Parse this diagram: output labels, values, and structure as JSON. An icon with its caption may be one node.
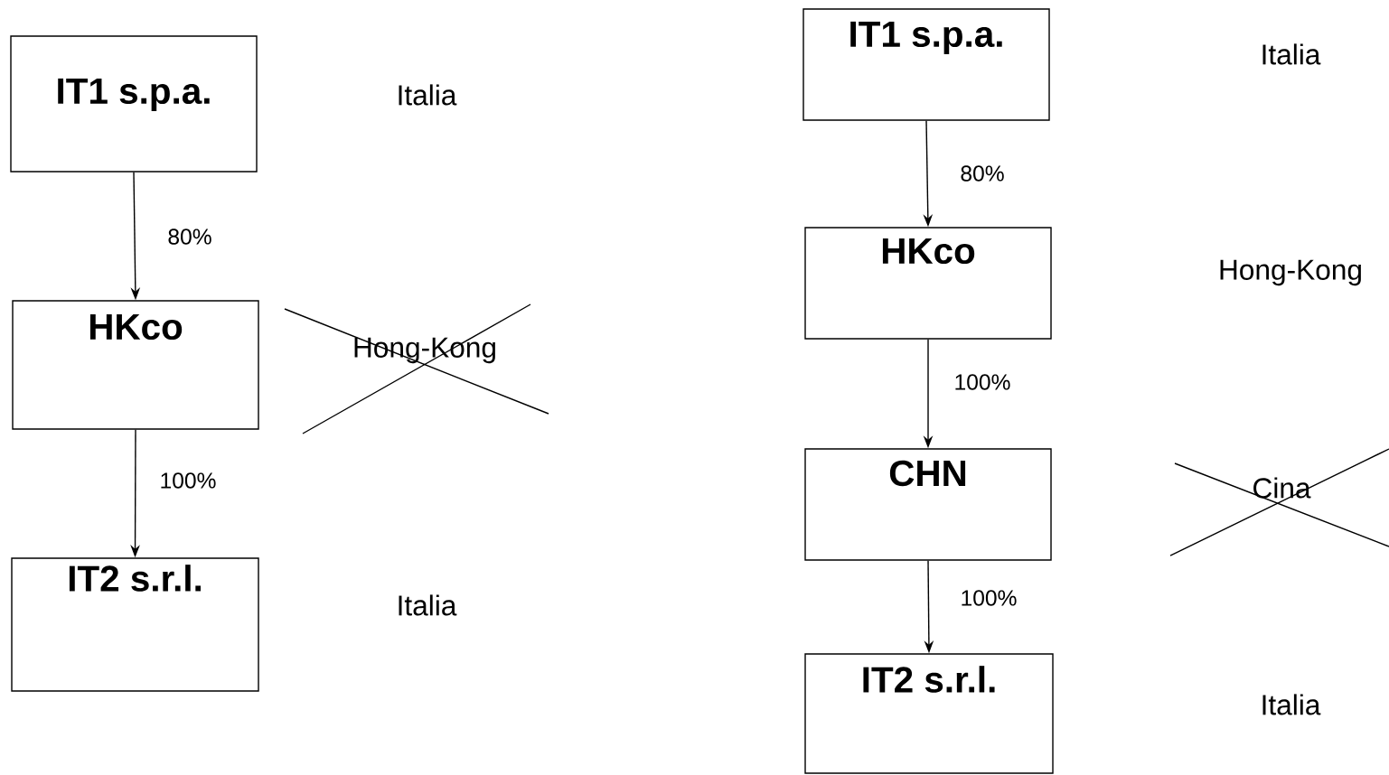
{
  "diagram": {
    "nodes": [
      {
        "text": [
          "IT1 s.p.a."
        ]
      },
      {
        "text": [
          "HKco"
        ]
      },
      {
        "text": [
          "IT2 s.r.l."
        ]
      },
      {
        "text": [
          "IT1 s.p.a."
        ]
      },
      {
        "text": [
          "HKco"
        ]
      },
      {
        "text": [
          "CHN"
        ]
      },
      {
        "text": [
          "IT2 s.r.l."
        ]
      }
    ],
    "edges": [
      {
        "from": 0,
        "to": 1,
        "arrow": "to",
        "label": "80%"
      },
      {
        "from": 1,
        "to": 2,
        "arrow": "to",
        "label": "100%"
      },
      {
        "from": 3,
        "to": 4,
        "arrow": "to",
        "label": "80%"
      },
      {
        "from": 4,
        "to": 5,
        "arrow": "to",
        "label": "100%"
      },
      {
        "from": 5,
        "to": 6,
        "arrow": "to",
        "label": "100%"
      }
    ],
    "labels": [
      "Italia",
      "Hong-Kong",
      "Italia",
      "Italia",
      "Hong-Kong",
      "Cina",
      "Italia"
    ]
  }
}
